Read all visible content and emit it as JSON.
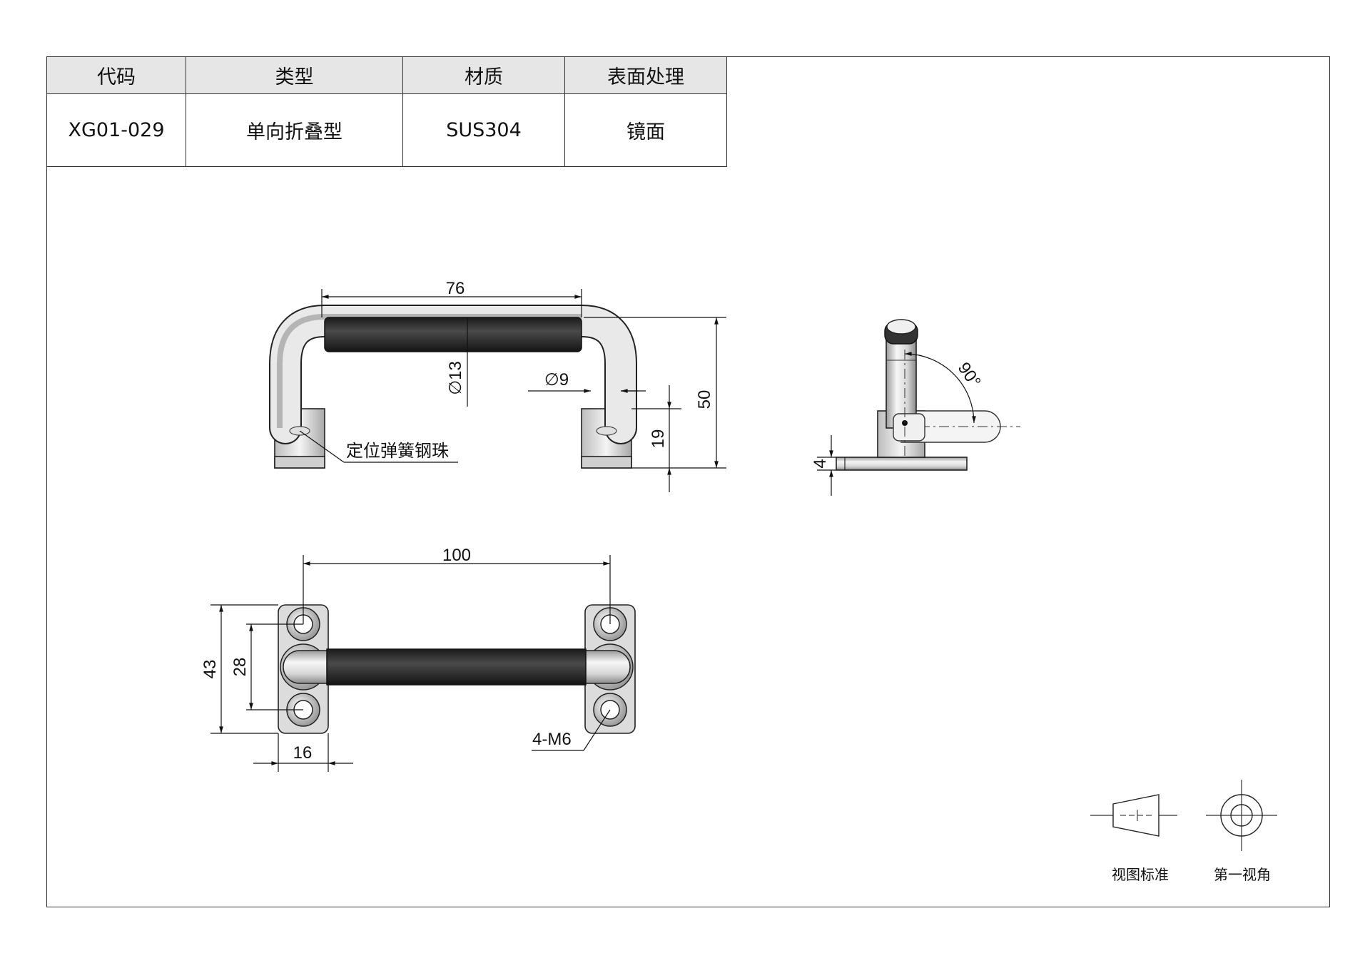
{
  "spec_table": {
    "headers": [
      "代码",
      "类型",
      "材质",
      "表面处理"
    ],
    "values": [
      "XG01-029",
      "单向折叠型",
      "SUS304",
      "镜面"
    ]
  },
  "front_view": {
    "dim_width": "76",
    "dim_grip_dia": "∅13",
    "dim_rod_dia": "∅9",
    "dim_height": "50",
    "dim_base_height": "19",
    "callout": "定位弹簧钢珠"
  },
  "side_view": {
    "dim_rotation": "90°",
    "dim_plate": "4"
  },
  "top_view": {
    "dim_span": "100",
    "dim_base_length": "43",
    "dim_hole_pitch": "28",
    "dim_base_width": "16",
    "callout": "4-M6"
  },
  "projection": {
    "label_standard": "视图标准",
    "label_angle": "第一视角"
  },
  "colors": {
    "grip": "#2b2b2b",
    "metal_light": "#f2f2f2",
    "metal_dark": "#9a9a9a",
    "frame": "#333333"
  }
}
